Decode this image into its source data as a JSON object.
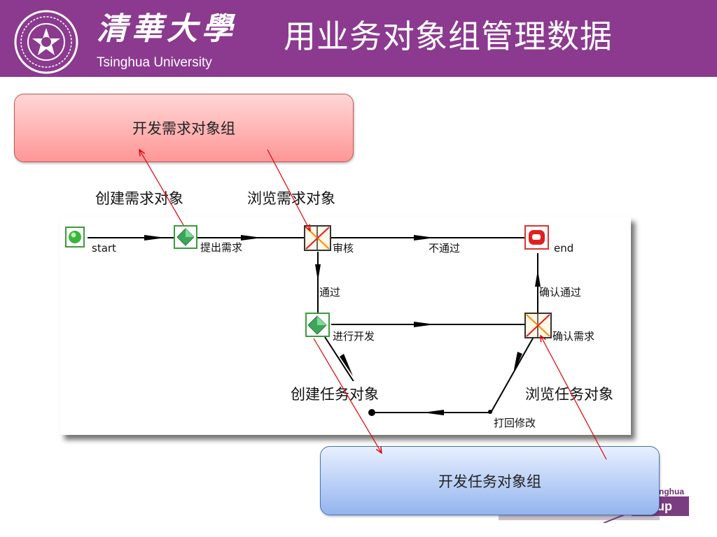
{
  "header": {
    "logo_cn": "清華大學",
    "logo_en": "Tsinghua University",
    "title": "用业务对象组管理数据"
  },
  "groups": {
    "requirement": "开发需求对象组",
    "task": "开发任务对象组"
  },
  "annotations": {
    "create_requirement": "创建需求对象",
    "browse_requirement": "浏览需求对象",
    "create_task": "创建任务对象",
    "browse_task": "浏览任务对象"
  },
  "workflow": {
    "start": "start",
    "submit_requirement": "提出需求",
    "review": "审核",
    "reject": "不通过",
    "end": "end",
    "pass": "通过",
    "confirm_pass": "确认通过",
    "develop": "进行开发",
    "confirm_requirement": "确认需求",
    "send_back": "打回修改"
  },
  "background_logo": {
    "text_top": "nghua",
    "text_bottom": "up"
  },
  "colors": {
    "header_bg": "#8b3a8f",
    "annotation_arrow": "#e00000"
  }
}
